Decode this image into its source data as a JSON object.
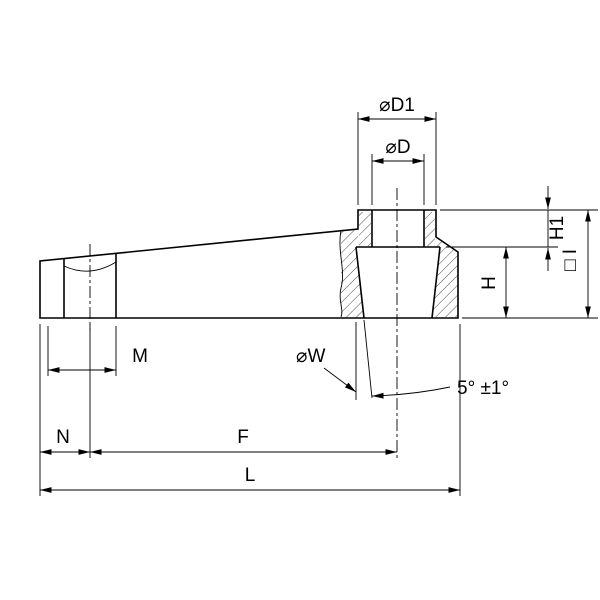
{
  "drawing": {
    "kind": "technical-dimension-drawing",
    "part": "clamping-lever-side-view",
    "colors": {
      "line": "#000000",
      "background": "#ffffff"
    },
    "labels": {
      "dia_d1": "⌀D1",
      "dia_d": "⌀D",
      "h1": "H1",
      "square_i": "□ I",
      "h": "H",
      "m": "M",
      "dia_w": "⌀W",
      "angle": "5° ±1°",
      "n": "N",
      "f": "F",
      "l": "L"
    }
  }
}
